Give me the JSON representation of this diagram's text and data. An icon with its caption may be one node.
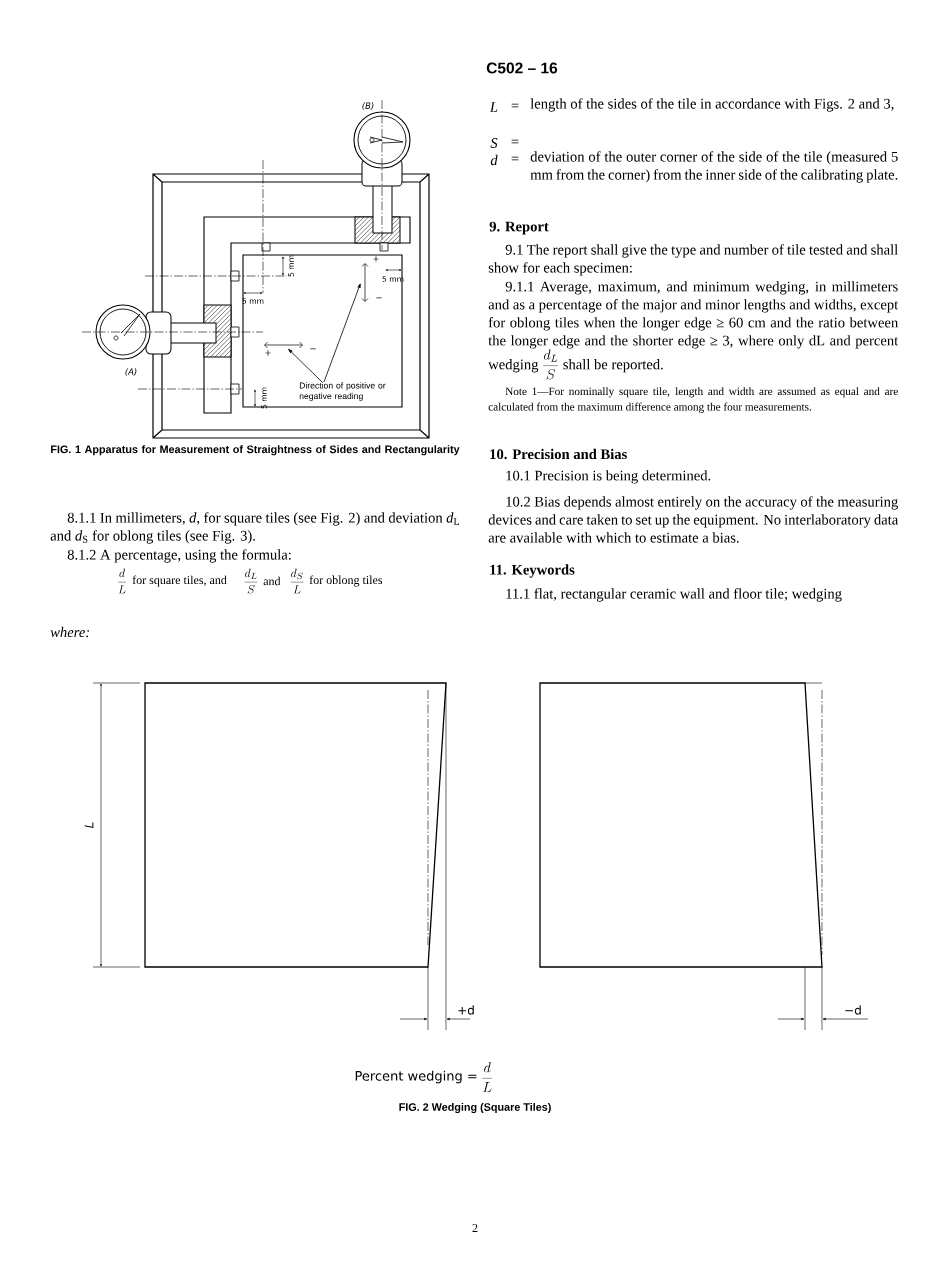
{
  "diagram": {
    "nodes": [
      {
        "text": [
          "Direction of positive or negative reading"
        ]
      },
      {
        "text": [],
        "shape": "arrow",
        "beside": [
          "+",
          "−"
        ]
      },
      {
        "text": [],
        "shape": "arrow",
        "beside": [
          "+",
          "−"
        ]
      }
    ],
    "edges": [
      {
        "from": 0,
        "to": 1,
        "arrow": "to"
      },
      {
        "from": 0,
        "to": 2,
        "arrow": "to"
      }
    ],
    "labels": [
      "C502 – 16",
      "(B)",
      "5 mm",
      "5 mm",
      "5 mm",
      "(A)",
      "5 mm",
      "FIG. 1 Apparatus for Measurement of Straightness of Sides and Rectangularity",
      "8.1.1 In millimeters, *d*, for square tiles (see Fig. 2) and deviation *d*$_{L}$ and *d*$_{S}$ for oblong tiles (see Fig. 3).",
      "8.1.2 A percentage, using the formula:",
      "\\frac{d}{L}",
      "for square tiles, and",
      "\\frac{d_L}{S}",
      "and",
      "\\frac{d_S}{L}",
      "for oblong tiles",
      "where:",
      "L",
      "=",
      "length of the sides of the tile in accordance with Figs. 2 and 3,",
      "S",
      "=",
      "d",
      "=",
      "deviation of the outer corner of the side of the tile (measured 5 mm from the corner) from the inner side of the calibrating plate.",
      "9. Report",
      "9.1 The report shall give the type and number of tile tested and shall show for each specimen:",
      "9.1.1 Average, maximum, and minimum wedging, in millimeters and as a percentage of the major and minor lengths and widths, except for oblong tiles when the longer edge ≥ 60 cm and the ratio between the longer edge and the shorter edge ≥ 3, where only dL and percent wedging",
      "\\frac{d_L}{S}",
      "shall be reported.",
      "Note 1—For nominally square tile, length and width are assumed as equal and are calculated from the maximum difference among the four measurements.",
      "10. Precision and Bias",
      "10.1 Precision is being determined.",
      "10.2 Bias depends almost entirely on the accuracy of the measuring devices and care taken to set up the equipment. No interlaboratory data are available with which to estimate a bias.",
      "11. Keywords",
      "11.1 flat, rectangular ceramic wall and floor tile; wedging",
      "L",
      "+d",
      "−d",
      "Percent wedging =",
      "\\frac{d}{L}",
      "FIG. 2 Wedging (Square Tiles)",
      "2"
    ]
  }
}
